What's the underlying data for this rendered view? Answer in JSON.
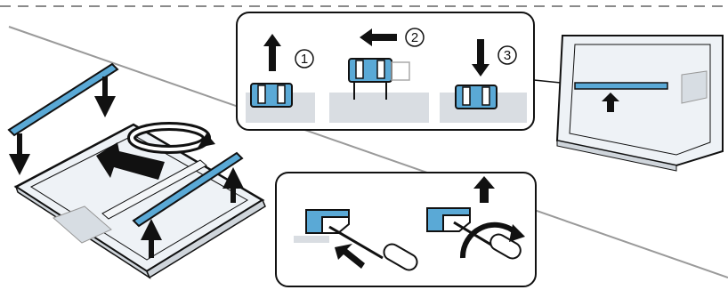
{
  "steps": [
    {
      "number": "1",
      "direction": "up"
    },
    {
      "number": "2",
      "direction": "left"
    },
    {
      "number": "3",
      "direction": "down"
    }
  ],
  "colors": {
    "accent_blue": "#5aa9d6",
    "outline": "#111111",
    "inset_bg": "#d9dde2",
    "glass": "#eef2f6",
    "border_dash": "#8a8a8a"
  },
  "icons": [
    "arrow-up-icon",
    "arrow-left-icon",
    "arrow-down-icon",
    "rotate-arrow-icon",
    "screwdriver-icon"
  ]
}
